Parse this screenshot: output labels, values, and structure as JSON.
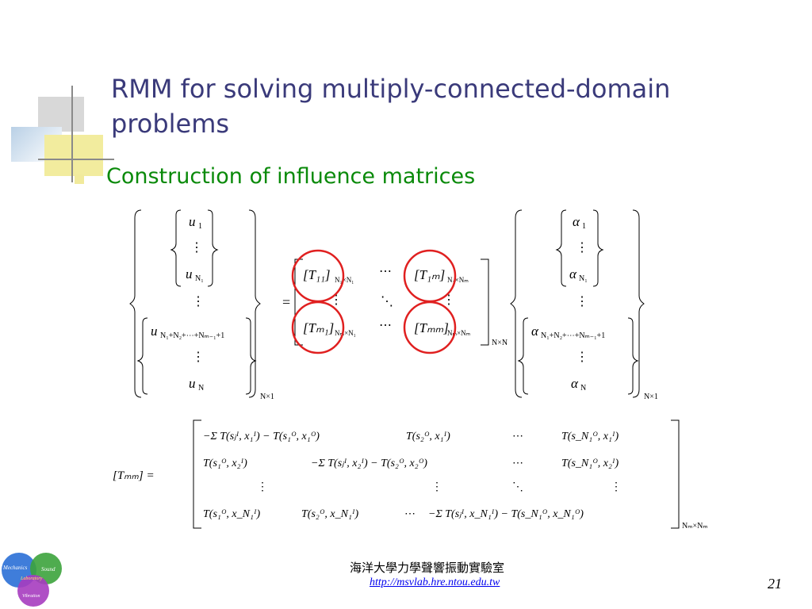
{
  "slide": {
    "title_line1": "RMM for solving multiply-connected-domain",
    "title_line2": "problems",
    "subtitle": "Construction of influence matrices",
    "footer_lab": "海洋大學力學聲響振動實驗室",
    "footer_url": "http://msvlab.hre.ntou.edu.tw",
    "page_number": "21"
  },
  "logo": {
    "word1": "Mechanics",
    "word2": "Sound",
    "word3": "Laboratory",
    "word4": "Vibration",
    "colors": [
      "#2a6fd6",
      "#3ca33c",
      "#a63cbf"
    ]
  },
  "equation1": {
    "lhs_entries": [
      "u",
      "⋮",
      "u",
      "⋮",
      "u",
      "⋮",
      "u"
    ],
    "lhs_subs": [
      "1",
      "",
      "N₁",
      "",
      "N₁+N₂+⋯+Nₘ₋₁+1",
      "",
      "N"
    ],
    "lhs_size": "N×1",
    "equals": "=",
    "matrix_cells": [
      "[T₁₁]",
      "⋯",
      "[T₁ₘ]",
      "⋮",
      "⋱",
      "⋮",
      "[Tₘ₁]",
      "⋯",
      "[Tₘₘ]"
    ],
    "matrix_subs": [
      "N₁×N₁",
      "",
      "N₁×Nₘ",
      "",
      "",
      "",
      "Nₘ×N₁",
      "",
      "Nₘ×Nₘ"
    ],
    "matrix_size": "N×N",
    "rhs_entries": [
      "α",
      "⋮",
      "α",
      "⋮",
      "α",
      "⋮",
      "α"
    ],
    "rhs_subs": [
      "1",
      "",
      "N₁",
      "",
      "N₁+N₂+⋯+Nₘ₋₁+1",
      "",
      "N"
    ],
    "rhs_size": "N×1",
    "highlight_color": "#e02020"
  },
  "equation2": {
    "lhs": "[Tₘₘ] =",
    "rows": [
      [
        "−Σ T(sⱼᴵ, x₁ᴵ) − T(s₁ᴼ, x₁ᴼ)",
        "T(s₂ᴼ, x₁ᴵ)",
        "⋯",
        "T(s_N₁ᴼ, x₁ᴵ)"
      ],
      [
        "T(s₁ᴼ, x₂ᴵ)",
        "−Σ T(sⱼᴵ, x₂ᴵ) − T(s₂ᴼ, x₂ᴼ)",
        "⋯",
        "T(s_N₁ᴼ, x₂ᴵ)"
      ],
      [
        "⋮",
        "⋮",
        "⋱",
        "⋮"
      ],
      [
        "T(s₁ᴼ, x_N₁ᴵ)",
        "T(s₂ᴼ, x_N₁ᴵ)",
        "⋯",
        "−Σ T(sⱼᴵ, x_N₁ᴵ) − T(s_N₁ᴼ, x_N₁ᴼ)"
      ]
    ],
    "size": "Nₘ×Nₘ"
  }
}
